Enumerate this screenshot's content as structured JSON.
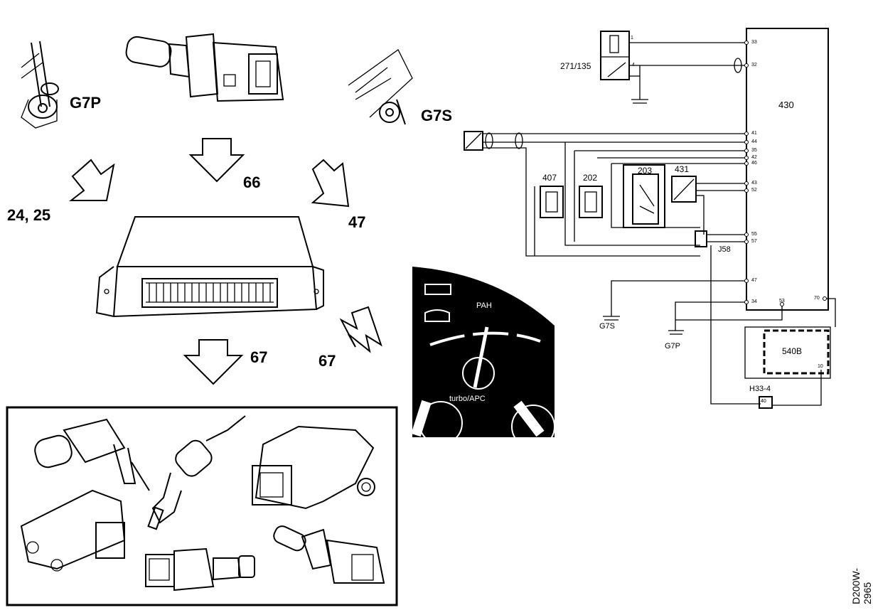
{
  "labels": {
    "g7p_top": "G7P",
    "g7s_top": "G7S",
    "ref_66": "66",
    "ref_2425": "24, 25",
    "ref_47": "47",
    "ref_67_left": "67",
    "ref_67_right": "67",
    "gauge_top": "PAH",
    "gauge_bottom": "turbo/APC"
  },
  "schematic": {
    "ecu": "430",
    "sensor_271": "271/135",
    "c407": "407",
    "c202": "202",
    "c203": "203",
    "c431": "431",
    "j58": "J58",
    "g7s": "G7S",
    "g7p": "G7P",
    "c540b": "540B",
    "h33": "H33-4",
    "pins": {
      "p33": "33",
      "p32": "32",
      "p41": "41",
      "p44": "44",
      "p35": "35",
      "p42": "42",
      "p46": "46",
      "p43": "43",
      "p52": "52",
      "p55": "55",
      "p57": "57",
      "p47": "47",
      "p34": "34",
      "p53": "53",
      "p70": "70",
      "p10": "10",
      "p1": "1",
      "p4": "4",
      "p40": "40"
    }
  },
  "figure_code": "D200W-2965"
}
